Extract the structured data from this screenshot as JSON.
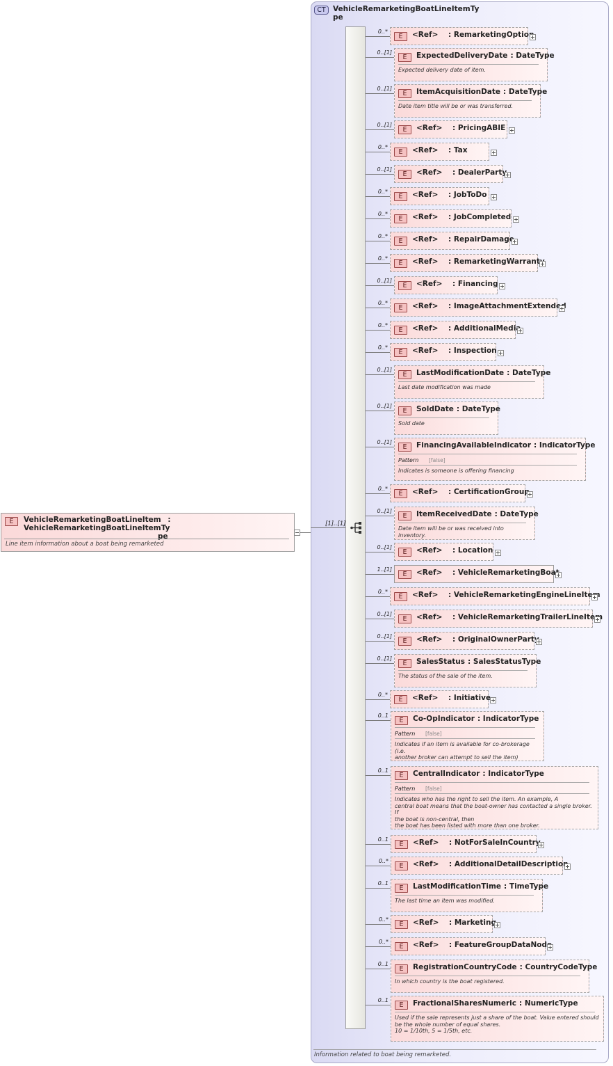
{
  "root": {
    "badge": "E",
    "name": "VehicleRemarketingBoatLineItem",
    "type_line1": ": VehicleRemarketingBoatLineItemTy",
    "type_line2": "pe",
    "doc": "Line item information about a boat being remarketed",
    "cardinality": "[1]..[1]"
  },
  "complex_type": {
    "badge": "CT",
    "title_line1": "VehicleRemarketingBoatLineItemTy",
    "title_line2": "pe",
    "doc": "Information related to boat being remarketed."
  },
  "children": [
    {
      "card": "0..*",
      "ref": "<Ref>",
      "name": ": RemarketingOption",
      "expand": true
    },
    {
      "card": "0..[1]",
      "name": "ExpectedDeliveryDate",
      "type": ": DateType",
      "doc": "Expected delivery date of item."
    },
    {
      "card": "0..[1]",
      "name": "ItemAcquisitionDate",
      "type": ": DateType",
      "doc": "Date item title will be or was transferred."
    },
    {
      "card": "0..[1]",
      "ref": "<Ref>",
      "name": ": PricingABIE",
      "expand": true
    },
    {
      "card": "0..*",
      "ref": "<Ref>",
      "name": ": Tax",
      "expand": true
    },
    {
      "card": "0..[1]",
      "ref": "<Ref>",
      "name": ": DealerParty",
      "expand": true
    },
    {
      "card": "0..*",
      "ref": "<Ref>",
      "name": ": JobToDo",
      "expand": true
    },
    {
      "card": "0..*",
      "ref": "<Ref>",
      "name": ": JobCompleted",
      "expand": true
    },
    {
      "card": "0..*",
      "ref": "<Ref>",
      "name": ": RepairDamage",
      "expand": true
    },
    {
      "card": "0..*",
      "ref": "<Ref>",
      "name": ": RemarketingWarranty",
      "expand": true
    },
    {
      "card": "0..[1]",
      "ref": "<Ref>",
      "name": ": Financing",
      "expand": true
    },
    {
      "card": "0..*",
      "ref": "<Ref>",
      "name": ": ImageAttachmentExtended",
      "expand": true
    },
    {
      "card": "0..*",
      "ref": "<Ref>",
      "name": ": AdditionalMedia",
      "expand": true
    },
    {
      "card": "0..*",
      "ref": "<Ref>",
      "name": ": Inspection",
      "expand": true
    },
    {
      "card": "0..[1]",
      "name": "LastModificationDate",
      "type": ": DateType",
      "doc": "Last date modification was made"
    },
    {
      "card": "0..[1]",
      "name": "SoldDate",
      "type": ": DateType",
      "doc": "Sold date"
    },
    {
      "card": "0..[1]",
      "name": "FinancingAvailableIndicator",
      "type": ": IndicatorType",
      "facet": "Pattern",
      "facet_value": "[false]",
      "doc": "Indicates is someone is offering financing"
    },
    {
      "card": "0..*",
      "ref": "<Ref>",
      "name": ": CertificationGroup",
      "expand": true
    },
    {
      "card": "0..[1]",
      "name": "ItemReceivedDate",
      "type": ": DateType",
      "doc": "Date item will be or was received into inventory."
    },
    {
      "card": "0..[1]",
      "ref": "<Ref>",
      "name": ": Location",
      "expand": true
    },
    {
      "card": "1..[1]",
      "ref": "<Ref>",
      "name": ": VehicleRemarketingBoat",
      "expand": true
    },
    {
      "card": "0..*",
      "ref": "<Ref>",
      "name": ": VehicleRemarketingEngineLineItem",
      "expand": true
    },
    {
      "card": "0..[1]",
      "ref": "<Ref>",
      "name": ": VehicleRemarketingTrailerLineItem",
      "expand": true
    },
    {
      "card": "0..[1]",
      "ref": "<Ref>",
      "name": ": OriginalOwnerParty",
      "expand": true
    },
    {
      "card": "0..[1]",
      "name": "SalesStatus",
      "type": ": SalesStatusType",
      "doc": "The status of the sale of the item."
    },
    {
      "card": "0..*",
      "ref": "<Ref>",
      "name": ": Initiative",
      "expand": true
    },
    {
      "card": "0..1",
      "name": "Co-OpIndicator",
      "type": ": IndicatorType",
      "facet": "Pattern",
      "facet_value": "[false]",
      "doc": "Indicates if an item is available for co-brokerage (i.e.\nanother broker can attempt to sell the item)"
    },
    {
      "card": "0..1",
      "name": "CentralIndicator",
      "type": ": IndicatorType",
      "facet": "Pattern",
      "facet_value": "[false]",
      "doc": "Indicates who has the right to sell the item. An example, A\ncentral boat means that the boat-owner has contacted a single broker. If\nthe boat is non-central, then\nthe boat has been listed with more than one broker."
    },
    {
      "card": "0..1",
      "ref": "<Ref>",
      "name": ": NotForSaleInCountry",
      "expand": true
    },
    {
      "card": "0..*",
      "ref": "<Ref>",
      "name": ": AdditionalDetailDescription",
      "expand": true
    },
    {
      "card": "0..1",
      "name": "LastModificationTime",
      "type": ": TimeType",
      "doc": "The last time an item was modified."
    },
    {
      "card": "0..*",
      "ref": "<Ref>",
      "name": ": Marketing",
      "expand": true
    },
    {
      "card": "0..*",
      "ref": "<Ref>",
      "name": ": FeatureGroupDataNode",
      "expand": true
    },
    {
      "card": "0..1",
      "name": "RegistrationCountryCode",
      "type": ": CountryCodeType",
      "doc": "In which country is the boat registered."
    },
    {
      "card": "0..1",
      "name": "FractionalSharesNumeric",
      "type": ": NumericType",
      "doc": "Used if the sale represents just a share of the boat.  Value entered should\nbe the whole number of equal shares.\n10 = 1/10th, 5 = 1/5th, etc."
    }
  ]
}
